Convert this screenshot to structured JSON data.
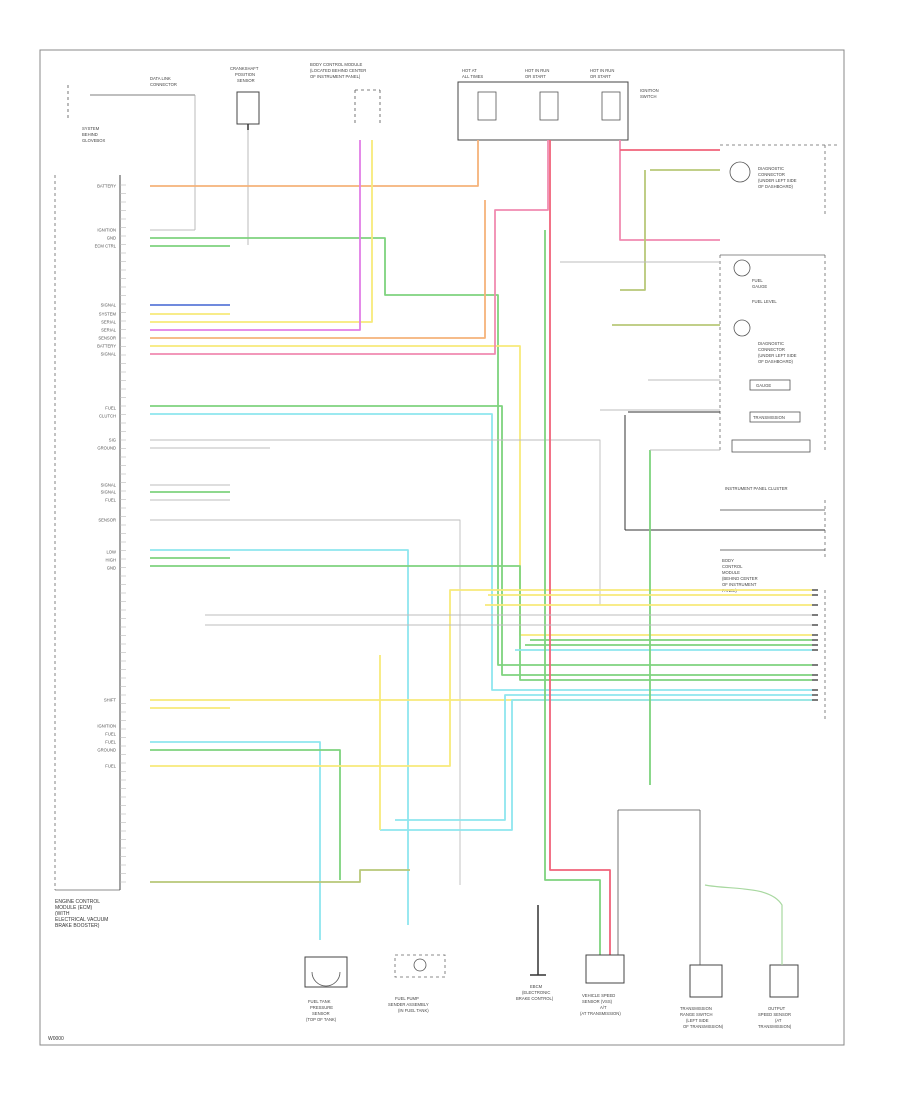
{
  "diagram": {
    "ecm": {
      "labels": [
        "ENGINE CONTROL",
        "MODULE (ECM)",
        "(WITH",
        "ELECTRICAL VACUUM",
        "BRAKE BOOSTER)"
      ],
      "connector_label": [
        "SYSTEM",
        "BEHIND",
        "GLOVEBOX"
      ]
    },
    "top_components": [
      {
        "id": "data-link",
        "lines": [
          "DATA LINK",
          "CONNECTOR"
        ]
      },
      {
        "id": "crank-sensor",
        "lines": [
          "CRANKSHAFT",
          "POSITION",
          "SENSOR"
        ]
      },
      {
        "id": "body-module",
        "lines": [
          "BODY CONTROL MODULE",
          "(LOCATED BEHIND CENTER",
          "OF INSTRUMENT PANEL)"
        ]
      },
      {
        "id": "fuse-a",
        "lines": [
          "HOT AT",
          "ALL TIMES"
        ]
      },
      {
        "id": "fuse-b",
        "lines": [
          "HOT IN RUN",
          "OR START"
        ]
      },
      {
        "id": "fuse-c",
        "lines": [
          "HOT IN RUN",
          "OR START"
        ]
      }
    ],
    "fuse_block_label": [
      "IGNITION",
      "SWITCH"
    ],
    "left_pin_labels": [
      "BATTERY",
      "IGNITION",
      "GND",
      "ECM CTRL",
      "SIGNAL",
      "SYSTEM",
      "SERIAL",
      "SERIAL",
      "SENSOR",
      "BATTERY",
      "SIGNAL",
      "FUEL",
      "CLUTCH",
      "SIG",
      "GROUND",
      "SIGNAL",
      "SIGNAL",
      "FUEL",
      "SENSOR",
      "LOW",
      "HIGH",
      "GND",
      "SHIFT",
      "IGNITION",
      "FUEL",
      "FUEL",
      "GROUND",
      "FUEL"
    ],
    "right_labels": [
      {
        "id": "diag-conn",
        "lines": [
          "DIAGNOSTIC",
          "CONNECTOR",
          "(UNDER LEFT SIDE",
          "OF DASHBOARD)"
        ]
      },
      {
        "id": "fuel-gauge",
        "lines": [
          "FUEL",
          "GAUGE"
        ]
      },
      {
        "id": "fuel-level",
        "lines": [
          "FUEL LEVEL"
        ]
      },
      {
        "id": "diag-conn-2",
        "lines": [
          "DIAGNOSTIC",
          "CONNECTOR",
          "(UNDER LEFT SIDE",
          "OF DASHBOARD)"
        ]
      },
      {
        "id": "gauge",
        "lines": [
          "GAUGE"
        ]
      },
      {
        "id": "transmission",
        "lines": [
          "TRANSMISSION"
        ]
      },
      {
        "id": "ip-cluster",
        "lines": [
          "INSTRUMENT PANEL CLUSTER"
        ]
      },
      {
        "id": "body-right",
        "lines": [
          "BODY",
          "CONTROL",
          "MODULE",
          "(BEHIND CENTER",
          "OF INSTRUMENT",
          "PANEL)"
        ]
      }
    ],
    "bottom_components": [
      {
        "id": "fuel-tank-sensor",
        "lines": [
          "FUEL TANK",
          "PRESSURE",
          "SENSOR",
          "(TOP OF TANK)"
        ]
      },
      {
        "id": "fuel-pump",
        "lines": [
          "FUEL PUMP",
          "SENDER ASSEMBLY",
          "(IN FUEL TANK)"
        ]
      },
      {
        "id": "ebcm",
        "lines": [
          "EBCM",
          "(ELECTRONIC",
          "BRAKE CONTROL)"
        ]
      },
      {
        "id": "vss",
        "lines": [
          "VEHICLE SPEED",
          "SENSOR (VSS)",
          "A/T",
          "(AT TRANSMISSION)"
        ]
      },
      {
        "id": "trans-range",
        "lines": [
          "TRANSMISSION",
          "RANGE SWITCH",
          "(LEFT SIDE",
          "OF TRANSMISSION)"
        ]
      },
      {
        "id": "output-speed",
        "lines": [
          "OUTPUT",
          "SPEED SENSOR",
          "(AT",
          "TRANSMISSION)"
        ]
      }
    ],
    "footer_code": "W0000"
  },
  "colors": {
    "orange": "#f5b27a",
    "pink": "#f08ab0",
    "magenta": "#e27ee6",
    "yellow": "#f7ea7a",
    "green": "#7ed37e",
    "cyan": "#8ee6ee",
    "blue": "#5c79d8",
    "red": "#f0637a",
    "olive": "#b8c878",
    "gray": "#bdbdbd",
    "black": "#333333"
  }
}
